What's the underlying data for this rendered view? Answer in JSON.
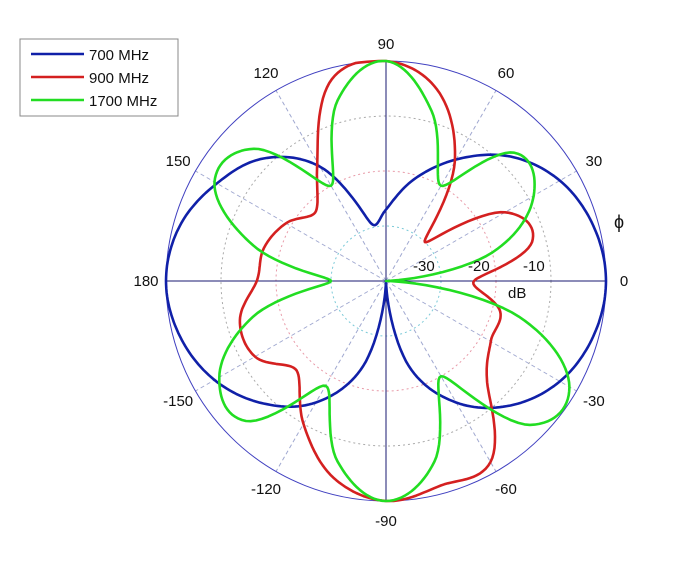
{
  "chart_data": {
    "type": "polar-line",
    "theta_unit": "degrees",
    "r_unit": "dB",
    "rlim": [
      -40,
      0
    ],
    "r_ticks": [
      -30,
      -20,
      -10
    ],
    "r_tick_labels": [
      "-30",
      "-20",
      "-10"
    ],
    "r_label": "dB",
    "theta_label": "ϕ",
    "theta_ticks": [
      0,
      30,
      60,
      90,
      120,
      150,
      180,
      -150,
      -120,
      -90,
      -60,
      -30
    ],
    "theta_tick_labels": [
      "0",
      "30",
      "60",
      "90",
      "120",
      "150",
      "180",
      "-150",
      "-120",
      "-90",
      "-60",
      "-30"
    ],
    "legend_position": "top-left",
    "grid": true,
    "theta": [
      0,
      15,
      30,
      45,
      60,
      75,
      90,
      105,
      120,
      135,
      150,
      165,
      180,
      -165,
      -150,
      -135,
      -120,
      -105,
      -90,
      -75,
      -60,
      -45,
      -30,
      -15
    ],
    "series": [
      {
        "name": "700 MHz",
        "color": "#1020a8",
        "values": [
          0,
          -1,
          -3.5,
          -8,
          -14.5,
          -21,
          -27,
          -29,
          -16,
          -8.5,
          -4.5,
          -1.2,
          0,
          -1.2,
          -4,
          -8.5,
          -14.5,
          -24,
          -40,
          -24,
          -14.5,
          -8,
          -3.5,
          -1
        ]
      },
      {
        "name": "900 MHz",
        "color": "#d42020",
        "values": [
          -24,
          -12.5,
          -15,
          -30,
          -15,
          -4,
          0,
          -2,
          -15,
          -22,
          -19,
          -17,
          -16.5,
          -12.5,
          -12.5,
          -17,
          -10,
          -3,
          0,
          -1.5,
          -2,
          -14,
          -18,
          -18.5
        ]
      },
      {
        "name": "1700 MHz",
        "color": "#22dd22",
        "values": [
          -40,
          -20,
          -9,
          -7,
          -20,
          -8,
          0,
          -6,
          -20,
          -6,
          -4,
          -15,
          -30,
          -15,
          -5,
          -4,
          -18,
          -6,
          0,
          -6,
          -20,
          -3,
          -1.5,
          -15
        ]
      }
    ]
  }
}
